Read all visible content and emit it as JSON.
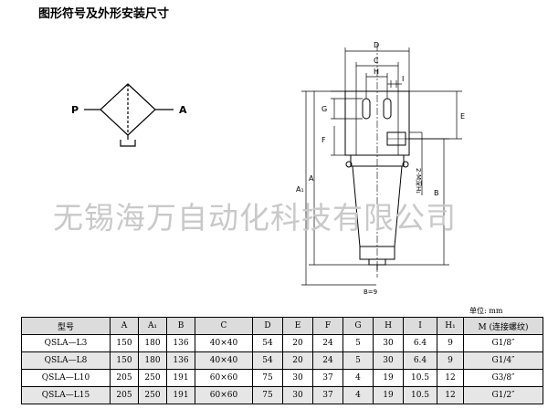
{
  "page_title": "图形符号及外形安装尺寸",
  "watermark": "无锡海万自动化科技有限公司",
  "symbol": {
    "port_in": "P",
    "port_out": "A"
  },
  "drawing_labels": {
    "D": "D",
    "C": "C",
    "H": "H",
    "I": "I",
    "G": "G",
    "F": "F",
    "E": "E",
    "A1": "A₁",
    "A": "A",
    "B": "B",
    "thread": "2-M深H₁",
    "bottom": "B=9"
  },
  "unit": "单位: mm",
  "table": {
    "headers": [
      "型号",
      "A",
      "A₁",
      "B",
      "C",
      "D",
      "E",
      "F",
      "G",
      "H",
      "I",
      "H₁",
      "M (连接螺纹)"
    ],
    "rows": [
      [
        "QSLA—L3",
        "150",
        "180",
        "136",
        "40×40",
        "54",
        "20",
        "24",
        "5",
        "30",
        "6.4",
        "9",
        "G1/8″"
      ],
      [
        "QSLA—L8",
        "150",
        "180",
        "136",
        "40×40",
        "54",
        "20",
        "24",
        "5",
        "30",
        "6.4",
        "9",
        "G1/4″"
      ],
      [
        "QSLA—L10",
        "205",
        "250",
        "191",
        "60×60",
        "75",
        "30",
        "37",
        "4",
        "19",
        "10.5",
        "12",
        "G3/8″"
      ],
      [
        "QSLA—L15",
        "205",
        "250",
        "191",
        "60×60",
        "75",
        "30",
        "37",
        "4",
        "19",
        "10.5",
        "12",
        "G1/2″"
      ]
    ]
  }
}
